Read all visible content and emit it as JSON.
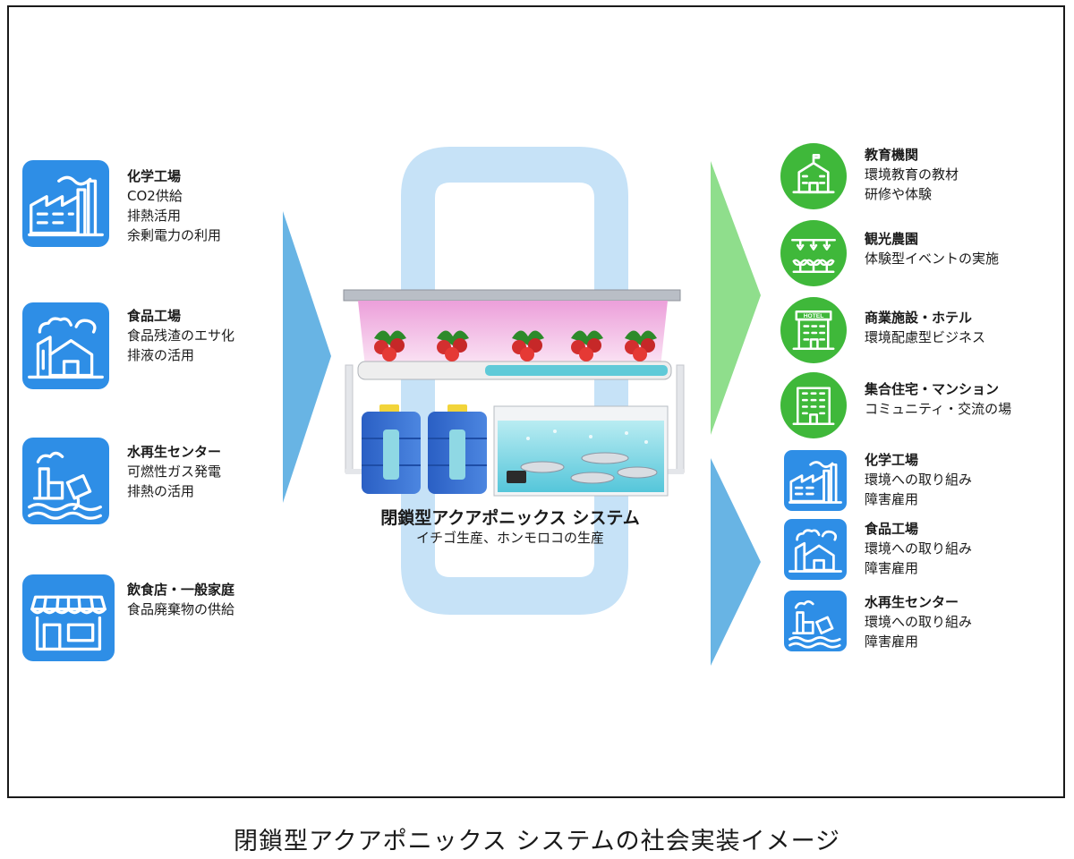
{
  "caption": "閉鎖型アクアポニックス システムの社会実装イメージ",
  "center": {
    "title": "閉鎖型アクアポニックス システム",
    "subtitle": "イチゴ生産、ホンモロコの生産"
  },
  "inputs": [
    {
      "icon": "chemical-factory-icon",
      "title": "化学工場",
      "lines": [
        "CO2供給",
        "排熱活用",
        "余剰電力の利用"
      ]
    },
    {
      "icon": "food-factory-icon",
      "title": "食品工場",
      "lines": [
        "食品残渣のエサ化",
        "排液の活用"
      ]
    },
    {
      "icon": "water-recycling-center-icon",
      "title": "水再生センター",
      "lines": [
        "可燃性ガス発電",
        "排熱の活用"
      ]
    },
    {
      "icon": "restaurant-storefront-icon",
      "title": "飲食店・一般家庭",
      "lines": [
        "食品廃棄物の供給"
      ]
    }
  ],
  "outputs_green": [
    {
      "icon": "school-building-icon",
      "title": "教育機関",
      "lines": [
        "環境教育の教材",
        "研修や体験"
      ]
    },
    {
      "icon": "greenhouse-farm-icon",
      "title": "観光農園",
      "lines": [
        "体験型イベントの実施"
      ]
    },
    {
      "icon": "hotel-building-icon",
      "sign": "HOTEL",
      "title": "商業施設・ホテル",
      "lines": [
        "環境配慮型ビジネス"
      ]
    },
    {
      "icon": "apartment-building-icon",
      "title": "集合住宅・マンション",
      "lines": [
        "コミュニティ・交流の場"
      ]
    }
  ],
  "outputs_blue": [
    {
      "icon": "chemical-factory-icon",
      "title": "化学工場",
      "lines": [
        "環境への取り組み",
        "障害雇用"
      ]
    },
    {
      "icon": "food-factory-icon",
      "title": "食品工場",
      "lines": [
        "環境への取り組み",
        "障害雇用"
      ]
    },
    {
      "icon": "water-recycling-center-icon",
      "title": "水再生センター",
      "lines": [
        "環境への取り組み",
        "障害雇用"
      ]
    }
  ],
  "colors": {
    "blue_tile": "#2e8ee6",
    "green_circle": "#3fb83a",
    "loop": "#c6e2f7",
    "arrow_blue": "#68b4e4",
    "arrow_green": "#8fde8c",
    "grow_light": "#f3c4e6",
    "water": "#8fd8e4"
  }
}
